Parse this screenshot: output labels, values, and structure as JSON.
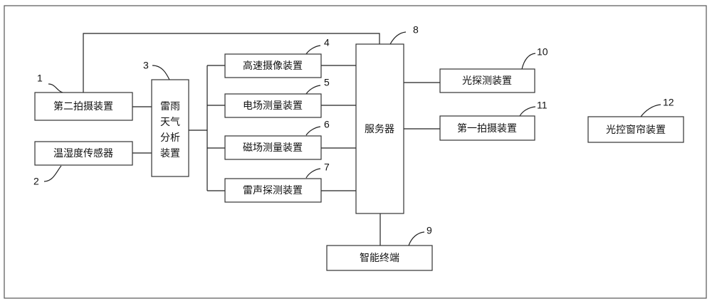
{
  "components": {
    "second_camera": {
      "number": "1",
      "label": "第二拍摄装置"
    },
    "temp_humidity_sensor": {
      "number": "2",
      "label": "温湿度传感器"
    },
    "weather_analysis": {
      "number": "3",
      "label_lines": [
        "雷雨",
        "天气",
        "分析",
        "装置"
      ]
    },
    "high_speed_camera": {
      "number": "4",
      "label": "高速摄像装置"
    },
    "electric_field": {
      "number": "5",
      "label": "电场测量装置"
    },
    "magnetic_field": {
      "number": "6",
      "label": "磁场测量装置"
    },
    "thunder_detector": {
      "number": "7",
      "label": "雷声探测装置"
    },
    "server": {
      "number": "8",
      "label": "服务器"
    },
    "smart_terminal": {
      "number": "9",
      "label": "智能终端"
    },
    "light_detector": {
      "number": "10",
      "label": "光探测装置"
    },
    "first_camera": {
      "number": "11",
      "label": "第一拍摄装置"
    },
    "curtain": {
      "number": "12",
      "label": "光控窗帘装置"
    }
  }
}
